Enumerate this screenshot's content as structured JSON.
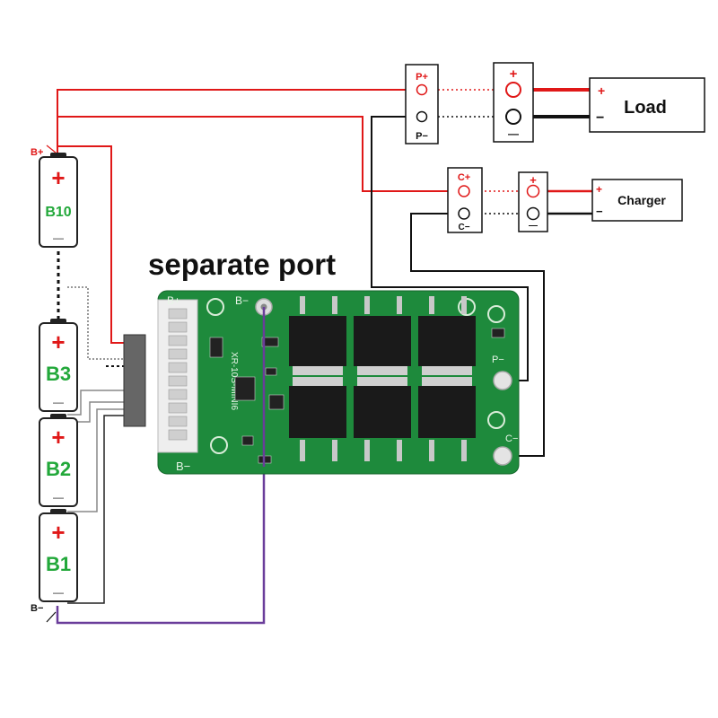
{
  "title": "separate port",
  "batteries": [
    {
      "label": "B10",
      "plus": "+",
      "minus": "—"
    },
    {
      "label": "B3",
      "plus": "+",
      "minus": "—"
    },
    {
      "label": "B2",
      "plus": "+",
      "minus": "—"
    },
    {
      "label": "B1",
      "plus": "+",
      "minus": "—"
    }
  ],
  "battery_terminals": {
    "positive": "B+",
    "negative": "B−"
  },
  "ports": {
    "p_plus": "P+",
    "p_minus": "P−",
    "c_plus": "C+",
    "c_minus": "C−"
  },
  "load": {
    "label": "Load",
    "plus": "+",
    "minus": "−",
    "block_plus": "+",
    "block_minus": "—"
  },
  "charger": {
    "label": "Charger",
    "plus": "+",
    "minus": "−",
    "block_plus": "+",
    "block_minus": "—"
  },
  "board": {
    "silk_b_plus": "B+",
    "silk_b_minus_top": "B−",
    "silk_b_minus_bottom": "B−",
    "silk_p": "P−",
    "silk_c": "C−",
    "model": "XR-10S-MINI6"
  },
  "colors": {
    "positive_wire": "#e01818",
    "negative_wire": "#111111",
    "sense_wire": "#555555",
    "separate_wire": "#6a3d9a",
    "pcb": "#1e8a3c",
    "battery_label": "#22a83a",
    "battery_plus": "#e01818"
  }
}
